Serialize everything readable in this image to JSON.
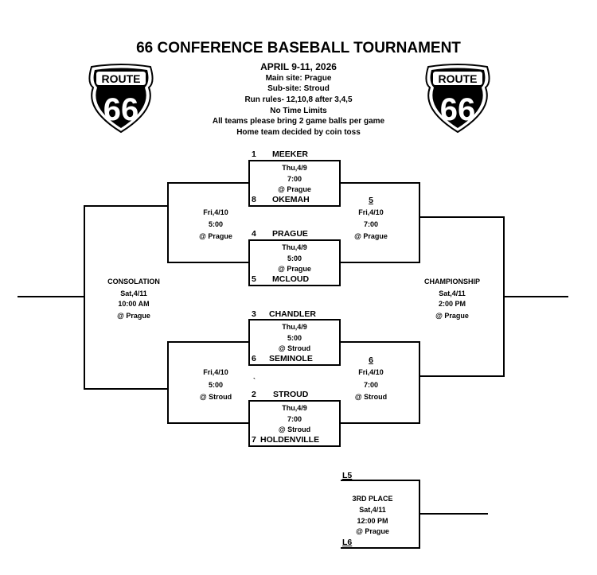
{
  "header": {
    "title": "66 CONFERENCE BASEBALL TOURNAMENT",
    "dates": "APRIL 9-11, 2026",
    "info": [
      "Main site: Prague",
      "Sub-site: Stroud",
      "Run rules- 12,10,8 after 3,4,5",
      "No Time Limits",
      "All teams please bring 2 game balls per game",
      "Home team decided by coin toss"
    ]
  },
  "logo": {
    "route": "ROUTE",
    "number": "66"
  },
  "games": {
    "g1": {
      "seed_top": "1",
      "team_top": "MEEKER",
      "day": "Thu,4/9",
      "time": "7:00",
      "site": "@ Prague",
      "seed_bot": "8",
      "team_bot": "OKEMAH"
    },
    "g2": {
      "seed_top": "4",
      "team_top": "PRAGUE",
      "day": "Thu,4/9",
      "time": "5:00",
      "site": "@ Prague",
      "seed_bot": "5",
      "team_bot": "MCLOUD"
    },
    "g3": {
      "seed_top": "3",
      "team_top": "CHANDLER",
      "day": "Thu,4/9",
      "time": "5:00",
      "site": "@ Stroud",
      "seed_bot": "6",
      "team_bot": "SEMINOLE"
    },
    "g4": {
      "seed_top": "2",
      "team_top": "STROUD",
      "day": "Thu,4/9",
      "time": "7:00",
      "site": "@ Stroud",
      "seed_bot": "7",
      "team_bot": "HOLDENVILLE"
    },
    "l1": {
      "day": "Fri,4/10",
      "time": "5:00",
      "site": "@ Prague"
    },
    "w1": {
      "num": "5",
      "day": "Fri,4/10",
      "time": "7:00",
      "site": "@ Prague"
    },
    "l2": {
      "day": "Fri,4/10",
      "time": "5:00",
      "site": "@ Stroud",
      "tick": "`"
    },
    "w2": {
      "num": "6",
      "day": "Fri,4/10",
      "time": "7:00",
      "site": "@ Stroud"
    },
    "consolation": {
      "label": "CONSOLATION",
      "day": "Sat,4/11",
      "time": "10:00 AM",
      "site": "@ Prague"
    },
    "championship": {
      "label": "CHAMPIONSHIP",
      "day": "Sat,4/11",
      "time": "2:00 PM",
      "site": "@ Prague"
    },
    "third": {
      "top": "L5",
      "label": "3RD PLACE",
      "day": "Sat,4/11",
      "time": "12:00 PM",
      "site": "@ Prague",
      "bot": "L6"
    }
  }
}
